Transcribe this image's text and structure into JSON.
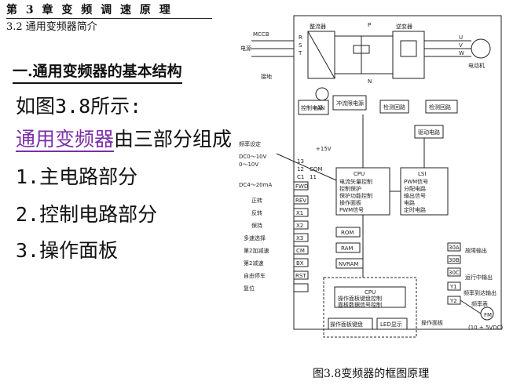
{
  "header": {
    "chapter": "第 3 章 变 频 调 速 原 理",
    "section": "3.2 通用变频器简介"
  },
  "heading": "一.通用变频器的基本结构",
  "body": {
    "line1": "如图3.8所示:",
    "line2_link": "通用变频器",
    "line2_rest": "由三部分组成",
    "item1": "1.主电路部分",
    "item2": "2.控制电路部分",
    "item3": "3.操作面板"
  },
  "diagram": {
    "labels": {
      "rectifier": "整流器",
      "inverter": "逆变器",
      "mccb": "MCCB",
      "power": "电源",
      "ground": "接地",
      "motor": "电动机",
      "fan": "FAN",
      "control_power": "控制电源",
      "relay_power": "冲流限电源",
      "detect": "检测回路",
      "detect2": "检测回路",
      "drive": "驱动电路",
      "cpu_label": "CPU",
      "cpu_items": [
        "电流矢量控制",
        "控制保护",
        "保护功能控制",
        "操作面板",
        "PWM信号"
      ],
      "lsi": "LSI",
      "lsi_items": [
        "PWM信号",
        "分配电路",
        "输出信号",
        "电路",
        "定时电路"
      ],
      "rom": "ROM",
      "ram": "RAM",
      "nvram": "NVRAM",
      "cpu2": "CPU",
      "panel_items": [
        "操作面板键盘控制",
        "面板数据信号控制"
      ],
      "panel_keys": "操作面板键盘",
      "led": "LED显示",
      "panel_title": "操作面板",
      "freq_setting": "频率设定",
      "fwd": "正转",
      "rev": "反转",
      "hold": "保持",
      "speed_sel": "多速选择",
      "accel": "第2加减速",
      "jog": "第2减速",
      "coast": "自由停车",
      "reset": "复位",
      "fault_out": "故障输出",
      "running_out": "运行中输出",
      "freq_out": "频率到达输出",
      "freq_meter": "频率表",
      "meter_val": "(10 ± 5VDC)",
      "in_dc10": "DC0～10V",
      "in_10v": "0～10V",
      "in_dc4": "DC4～20mA",
      "term_13": "13",
      "term_12": "12",
      "term_c1": "C1",
      "term_com": "COM",
      "term_11": "11",
      "term_fwd": "FWD",
      "term_rev": "REV",
      "term_x1": "X1",
      "term_x2": "X2",
      "term_x3": "X3",
      "term_cm": "CM",
      "term_bx": "BX",
      "term_rst": "RST",
      "term_30a": "30A",
      "term_30b": "30B",
      "term_30c": "30C",
      "term_y1": "Y1",
      "term_y2": "Y2",
      "term_fm": "FM",
      "term_r": "R",
      "term_s": "S",
      "term_t": "T",
      "term_u": "U",
      "term_v": "V",
      "term_w": "W",
      "term_p": "P",
      "term_n": "N",
      "v15": "+15V"
    }
  },
  "caption": "图3.8变频器的框图原理"
}
